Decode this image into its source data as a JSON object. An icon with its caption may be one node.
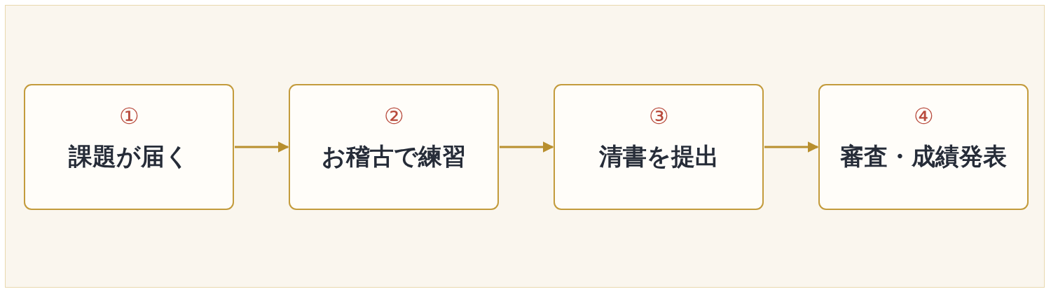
{
  "diagram": {
    "nodes": [
      {
        "text": [
          "①",
          "課題が届く"
        ]
      },
      {
        "text": [
          "②",
          "お稽古で練習"
        ]
      },
      {
        "text": [
          "③",
          "清書を提出"
        ]
      },
      {
        "text": [
          "④",
          "審査・成績発表"
        ]
      }
    ],
    "edges": [
      {
        "from": 0,
        "to": 1,
        "arrow": "to"
      },
      {
        "from": 1,
        "to": 2,
        "arrow": "to"
      },
      {
        "from": 2,
        "to": 3,
        "arrow": "to"
      }
    ]
  }
}
